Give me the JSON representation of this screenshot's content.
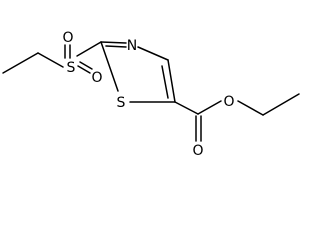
{
  "molecule": {
    "atoms": {
      "sulfonyl_sulfur": "S",
      "sulfonyl_oxygen_upper": "O",
      "sulfonyl_oxygen_lower": "O",
      "ring_nitrogen": "N",
      "ring_sulfur": "S",
      "ester_ether_oxygen": "O",
      "carbonyl_oxygen": "O"
    }
  }
}
